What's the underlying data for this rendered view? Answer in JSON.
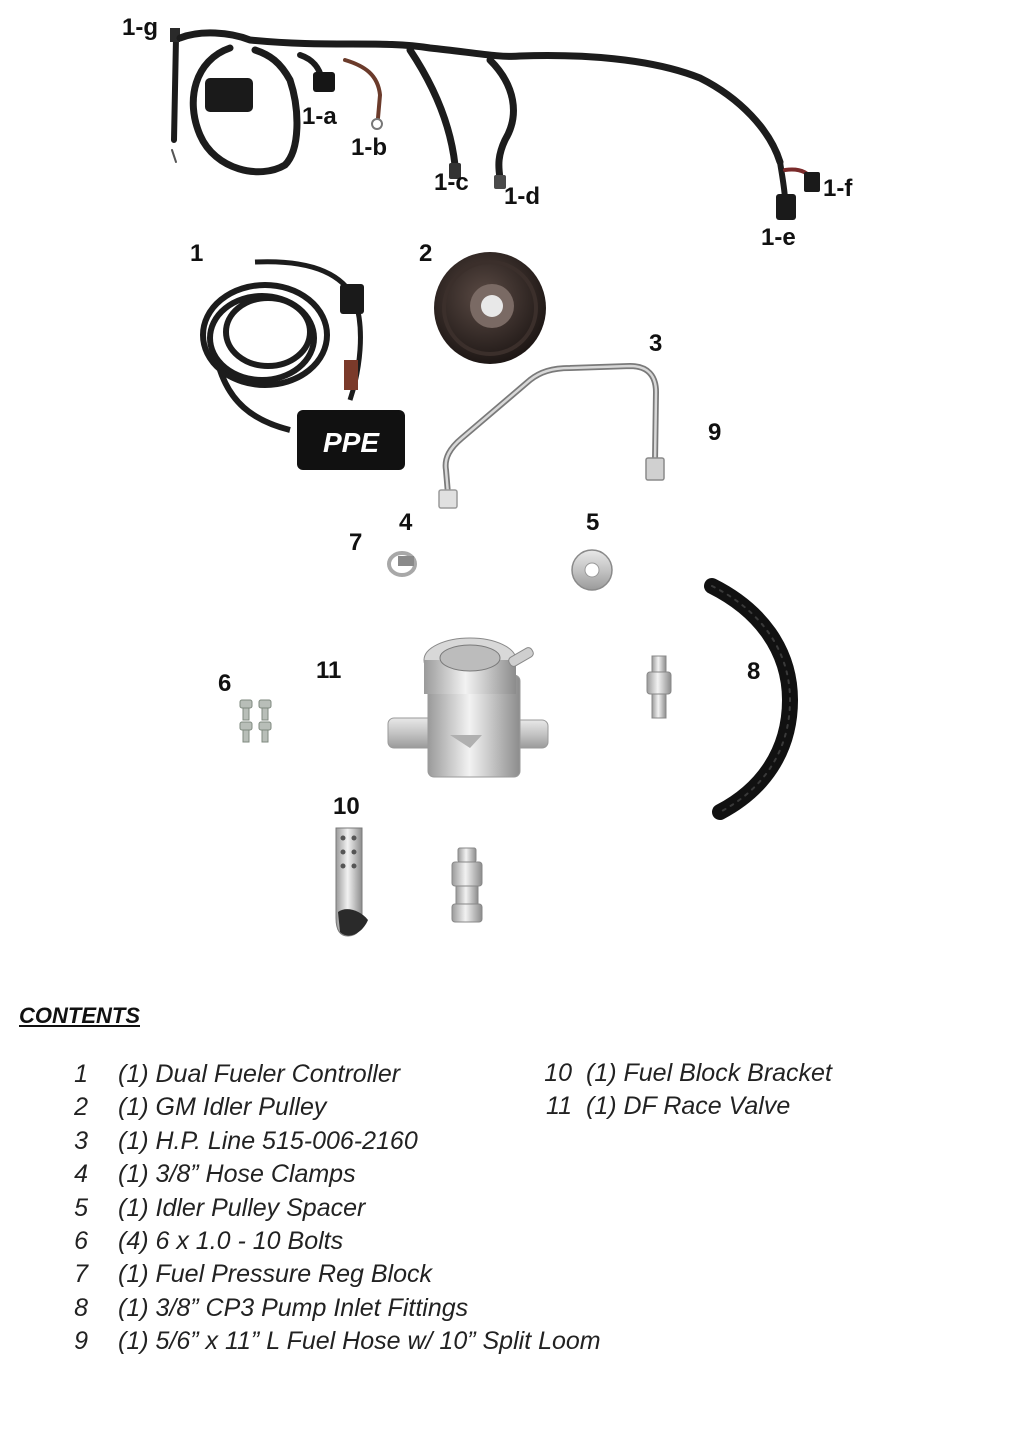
{
  "callouts": {
    "c1g": "1-g",
    "c1a": "1-a",
    "c1b": "1-b",
    "c1c": "1-c",
    "c1d": "1-d",
    "c1e": "1-e",
    "c1f": "1-f",
    "c1": "1",
    "c2": "2",
    "c3": "3",
    "c4": "4",
    "c5": "5",
    "c6": "6",
    "c7": "7",
    "c8": "8",
    "c9": "9",
    "c10": "10",
    "c11": "11"
  },
  "logo_text": "PPE",
  "colors": {
    "wire": "#1c1c1c",
    "metal": "#c8c8c8",
    "metal_dark": "#8a8a8a",
    "text": "#111111"
  },
  "contents": {
    "heading": "CONTENTS",
    "left": [
      {
        "num": "1",
        "desc": "(1) Dual Fueler Controller"
      },
      {
        "num": "2",
        "desc": "(1) GM Idler Pulley"
      },
      {
        "num": "3",
        "desc": "(1) H.P. Line 515-006-2160"
      },
      {
        "num": "4",
        "desc": "(1) 3/8” Hose Clamps"
      },
      {
        "num": "5",
        "desc": "(1) Idler Pulley Spacer"
      },
      {
        "num": "6",
        "desc": "(4) 6 x 1.0 - 10 Bolts"
      },
      {
        "num": "7",
        "desc": "(1) Fuel Pressure Reg Block"
      },
      {
        "num": "8",
        "desc": "(1) 3/8” CP3 Pump Inlet Fittings"
      },
      {
        "num": "9",
        "desc": "(1) 5/6” x 11” L Fuel Hose w/ 10” Split Loom"
      }
    ],
    "right": [
      {
        "num": "10",
        "desc": "(1) Fuel Block Bracket"
      },
      {
        "num": "11",
        "desc": "(1) DF Race Valve"
      }
    ]
  }
}
